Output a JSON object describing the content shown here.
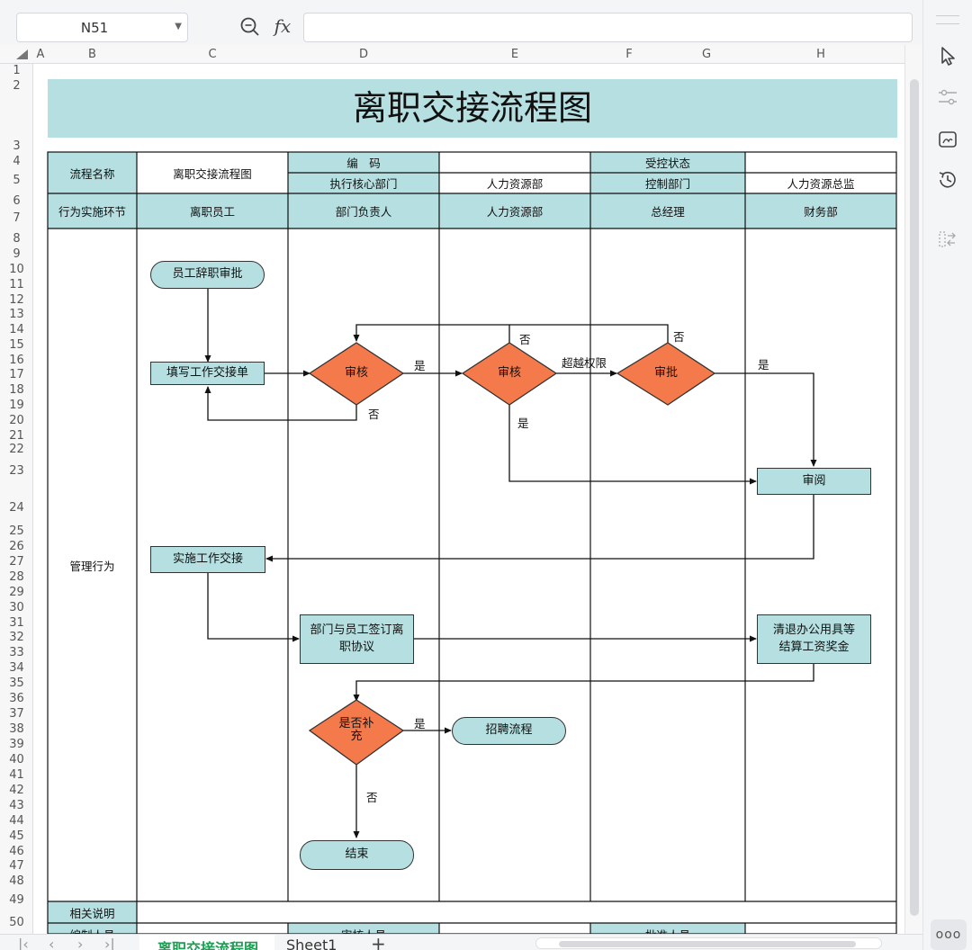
{
  "formula_bar": {
    "name_box": "N51",
    "fx": "fx",
    "formula": ""
  },
  "columns": [
    "A",
    "B",
    "C",
    "D",
    "E",
    "F",
    "G",
    "H"
  ],
  "rows": [
    "1",
    "2",
    "3",
    "4",
    "5",
    "6",
    "7",
    "8",
    "9",
    "10",
    "11",
    "12",
    "13",
    "14",
    "15",
    "16",
    "17",
    "18",
    "19",
    "20",
    "21",
    "22",
    "23",
    "24",
    "25",
    "26",
    "27",
    "28",
    "29",
    "30",
    "31",
    "32",
    "33",
    "34",
    "35",
    "36",
    "37",
    "38",
    "39",
    "40",
    "41",
    "42",
    "43",
    "44",
    "45",
    "46",
    "47",
    "48",
    "49",
    "50"
  ],
  "sheet": {
    "title": "离职交接流程图",
    "header": {
      "process_name_label": "流程名称",
      "process_name_value": "离职交接流程图",
      "code_label": "编　码",
      "code_value": "",
      "control_status_label": "受控状态",
      "control_status_value": "",
      "exec_dept_label": "执行核心部门",
      "exec_dept_value": "人力资源部",
      "control_dept_label": "控制部门",
      "control_dept_value": "人力资源总监"
    },
    "lanes": {
      "label": "行为实施环节",
      "names": [
        "离职员工",
        "部门负责人",
        "人力资源部",
        "总经理",
        "财务部"
      ]
    },
    "row_label": "管理行为",
    "footer": {
      "notes_label": "相关说明",
      "notes_value": "",
      "prepared_by_label": "编制人员",
      "reviewed_by_label": "审核人员",
      "approved_by_label": "批准人员"
    },
    "flow": {
      "start": "员工辞职审批",
      "fill_form": "填写工作交接单",
      "review1": "审核",
      "review2": "审核",
      "approve": "审批",
      "consult": "审阅",
      "handover": "实施工作交接",
      "sign": "部门与员工签订离职协议",
      "clear": "清退办公用具等结算工资奖金",
      "decision": "是否补充",
      "recruit": "招聘流程",
      "end": "结束",
      "labels": {
        "yes": "是",
        "no": "否",
        "over_limit": "超越权限"
      }
    }
  },
  "tabs": {
    "active": "离职交接流程图",
    "other": "Sheet1",
    "add": "+"
  },
  "colors": {
    "teal": "#b5dfe0",
    "diamond": "#f4794b",
    "active_tab": "#1f9d55"
  }
}
